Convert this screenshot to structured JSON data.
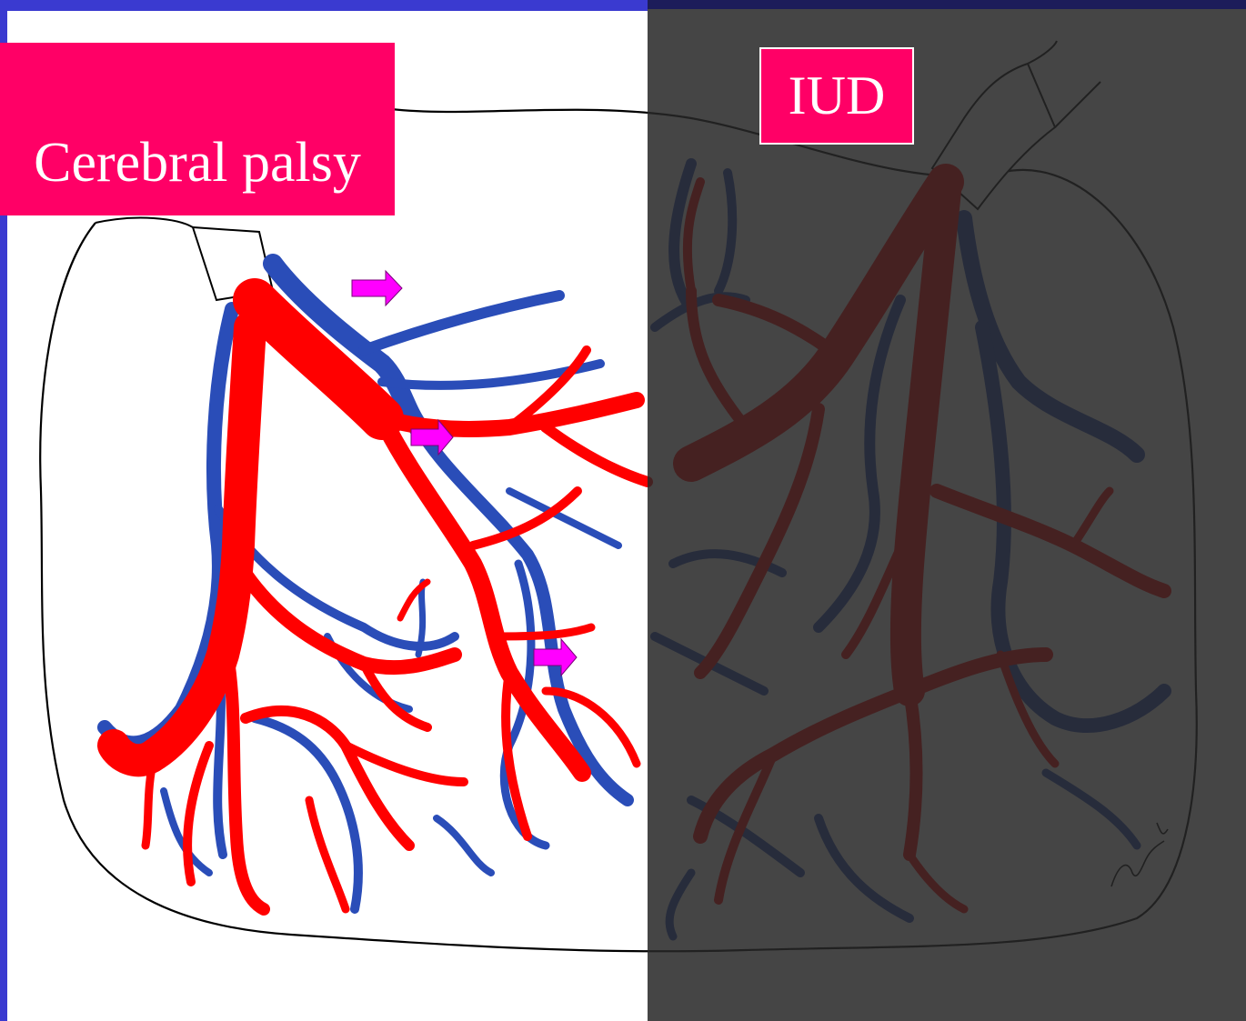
{
  "labels": {
    "left": "Cerebral palsy",
    "right": "IUD"
  },
  "colors": {
    "frame": "#3a3ad0",
    "label_bg": "#ff0066",
    "artery": "#ff0000",
    "vein": "#2a4db8",
    "arrow": "#ff00ff",
    "outline": "#000000"
  },
  "icons": {
    "markers": "magenta-arrow-icon",
    "signature": "signature"
  }
}
